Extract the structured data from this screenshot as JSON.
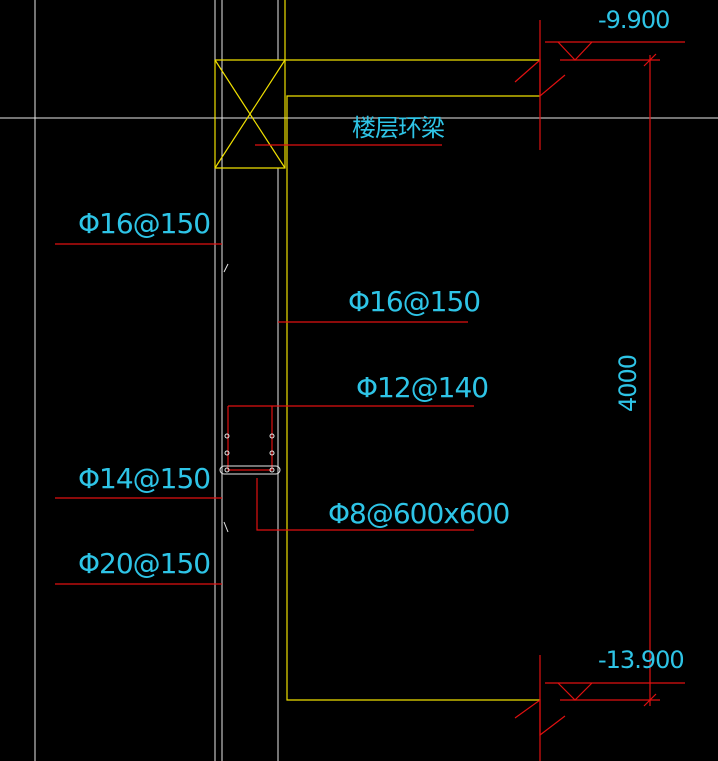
{
  "colors": {
    "background": "#000000",
    "text": "#2ec4e6",
    "leader": "#e01010",
    "wall": "#f0e000",
    "cross": "#f0e000",
    "grid": "#e8e8e8",
    "dimension": "#e01010"
  },
  "elevations": {
    "top": "-9.900",
    "bottom": "-13.900"
  },
  "dimension": {
    "height": "4000"
  },
  "labels": {
    "ring_beam": "楼层环梁",
    "rebar_left_upper": "Φ16@150",
    "rebar_right_upper": "Φ16@150",
    "rebar_beam_stirrup": "Φ12@140",
    "rebar_left_mid": "Φ14@150",
    "rebar_tie": "Φ8@600x600",
    "rebar_left_lower": "Φ20@150"
  }
}
